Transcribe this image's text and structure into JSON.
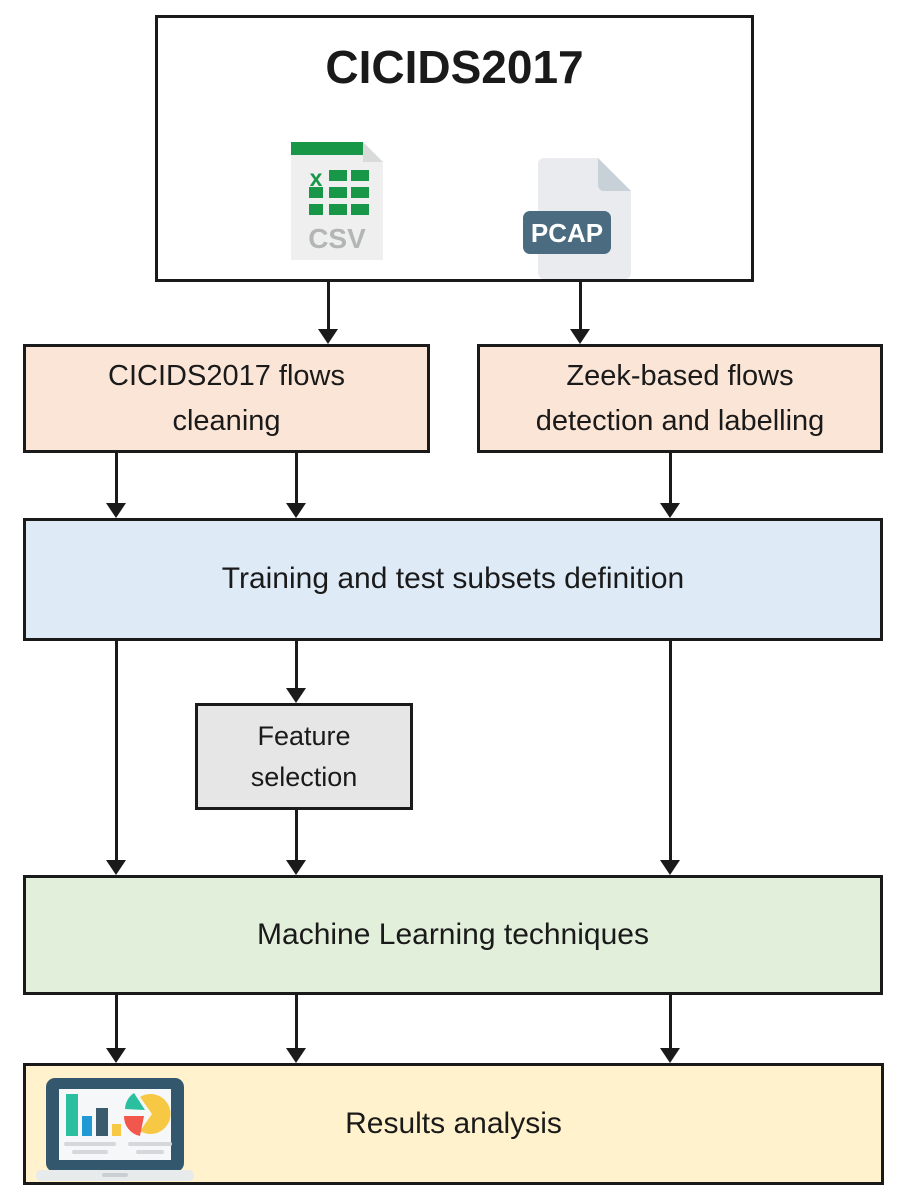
{
  "figure": {
    "type": "flowchart",
    "name": "CICIDS2017 processing pipeline"
  },
  "colors": {
    "box_border": "#1a1a1a",
    "dataset_fill": "#ffffff",
    "flows_fill": "#fbe5d6",
    "subsets_fill": "#deebf7",
    "feature_fill": "#e7e6e6",
    "ml_fill": "#e2efda",
    "results_fill": "#fff2cc",
    "csv_green": "#189748",
    "csv_doc": "#eeefee",
    "csv_fold": "#d9dbda",
    "csv_label_gray": "#b3b6b5",
    "pcap_doc": "#e9ebee",
    "pcap_fold": "#c8d1d8",
    "pcap_badge": "#4a6b80",
    "laptop_frame": "#33586e",
    "laptop_screen": "#f5f7f8",
    "laptop_base": "#e7ebec",
    "chart_green": "#2abf9e",
    "chart_blue": "#2199d4",
    "chart_dark": "#3b5b6e",
    "chart_yellow": "#f7c843",
    "chart_red": "#f2574d",
    "chart_line_gray": "#d4d8da"
  },
  "nodes": {
    "dataset": {
      "title": "CICIDS2017",
      "csv_label": "CSV",
      "pcap_label": "PCAP"
    },
    "flows_cleaning": {
      "line1": "CICIDS2017 flows",
      "line2": "cleaning"
    },
    "zeek_labelling": {
      "line1": "Zeek-based flows",
      "line2": "detection and labelling"
    },
    "subsets": {
      "label": "Training and test subsets definition"
    },
    "feature_selection": {
      "line1": "Feature",
      "line2": "selection"
    },
    "ml": {
      "label": "Machine Learning techniques"
    },
    "results": {
      "label": "Results analysis"
    }
  }
}
